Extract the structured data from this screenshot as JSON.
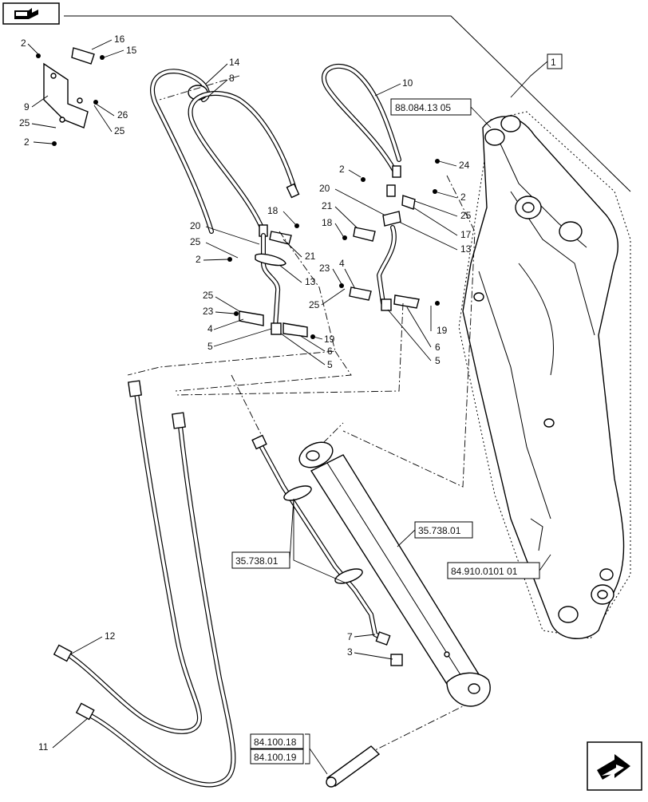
{
  "callouts": {
    "c1": "1",
    "c2a": "2",
    "c2b": "2",
    "c2c": "2",
    "c2d": "2",
    "c2e": "2",
    "c3": "3",
    "c4a": "4",
    "c4b": "4",
    "c5a": "5",
    "c5b": "5",
    "c5c": "5",
    "c6a": "6",
    "c6b": "6",
    "c7": "7",
    "c8": "8",
    "c9": "9",
    "c10": "10",
    "c11": "11",
    "c12": "12",
    "c13a": "13",
    "c13b": "13",
    "c14": "14",
    "c15": "15",
    "c16": "16",
    "c17": "17",
    "c18a": "18",
    "c18b": "18",
    "c19a": "19",
    "c19b": "19",
    "c20a": "20",
    "c20b": "20",
    "c21a": "21",
    "c21b": "21",
    "c23a": "23",
    "c23b": "23",
    "c24": "24",
    "c25a": "25",
    "c25b": "25",
    "c25c": "25",
    "c25d": "25",
    "c25e": "25",
    "c25f": "25",
    "c26": "26"
  },
  "references": {
    "ref_boom": "88.084.13 05",
    "ref_cylinder": "35.738.01",
    "ref_tube": "35.738.01",
    "ref_arm": "84.910.0101 01",
    "ref_pin_a": "84.100.18",
    "ref_pin_b": "84.100.19"
  },
  "icons": {
    "top_left": "book-arrow-icon",
    "bottom_right": "next-page-arrow-icon"
  }
}
